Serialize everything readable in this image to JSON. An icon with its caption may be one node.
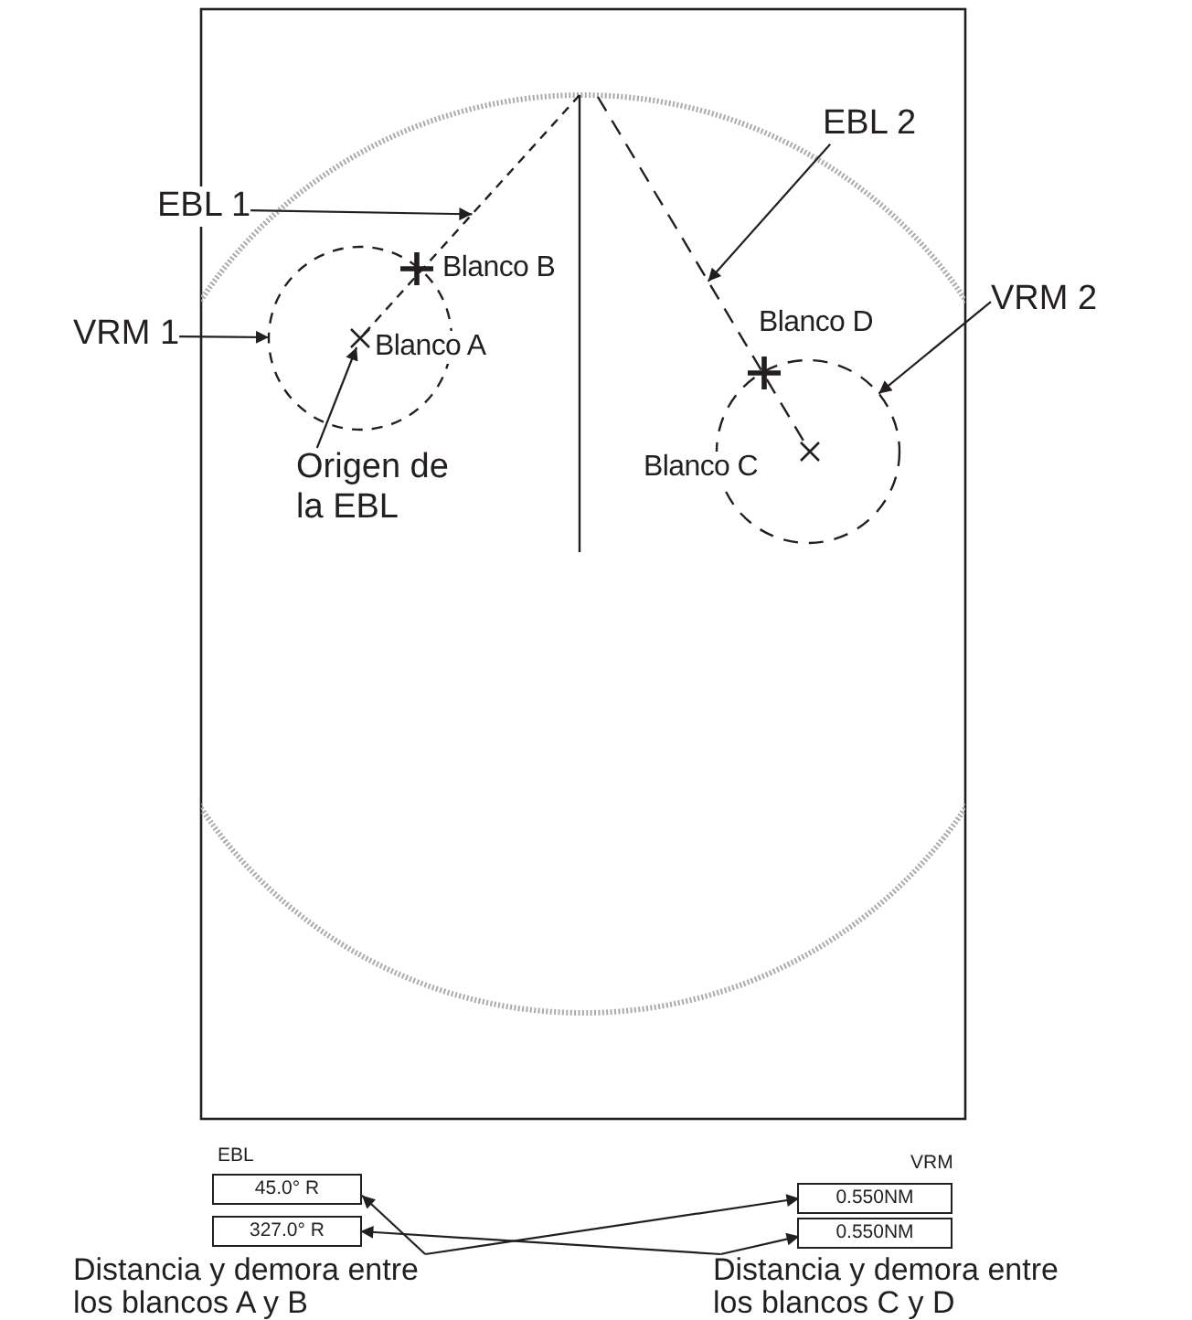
{
  "diagram": {
    "nodes": [
      {
        "text": [
          "EBL 1"
        ]
      },
      {
        "text": [
          "VRM 1"
        ]
      },
      {
        "text": [
          "Origen de la EBL"
        ]
      },
      {
        "text": [
          "EBL 2"
        ]
      },
      {
        "text": [
          "VRM 2"
        ]
      },
      {
        "text": [
          "45.0° R"
        ]
      },
      {
        "text": [
          "327.0° R"
        ]
      },
      {
        "text": [
          "0.550NM"
        ]
      },
      {
        "text": [
          "0.550NM"
        ]
      },
      {
        "text": [
          "Distancia y demora entre los blancos A y B"
        ]
      },
      {
        "text": [
          "Distancia y demora entre los blancos C y D"
        ]
      },
      {
        "text": [],
        "shape": "line"
      },
      {
        "text": [],
        "shape": "line"
      },
      {
        "text": [],
        "shape": "circle"
      },
      {
        "text": [],
        "shape": "circle"
      },
      {
        "text": [],
        "shape": "cross",
        "in": 13
      }
    ],
    "edges": [
      {
        "from": 0,
        "to": 11,
        "arrow": "to"
      },
      {
        "from": 1,
        "to": 13,
        "arrow": "to"
      },
      {
        "from": 2,
        "to": 15,
        "arrow": "to"
      },
      {
        "from": 3,
        "to": 12,
        "arrow": "to"
      },
      {
        "from": 4,
        "to": 14,
        "arrow": "to"
      },
      {
        "from": 9,
        "to": 5,
        "arrow": "to"
      },
      {
        "from": 9,
        "to": 7,
        "arrow": "to"
      },
      {
        "from": 10,
        "to": 6,
        "arrow": "to"
      },
      {
        "from": 10,
        "to": 8,
        "arrow": "to"
      }
    ],
    "labels": [
      "Blanco B",
      "Blanco A",
      "Blanco D",
      "Blanco C",
      "EBL",
      "VRM"
    ]
  }
}
